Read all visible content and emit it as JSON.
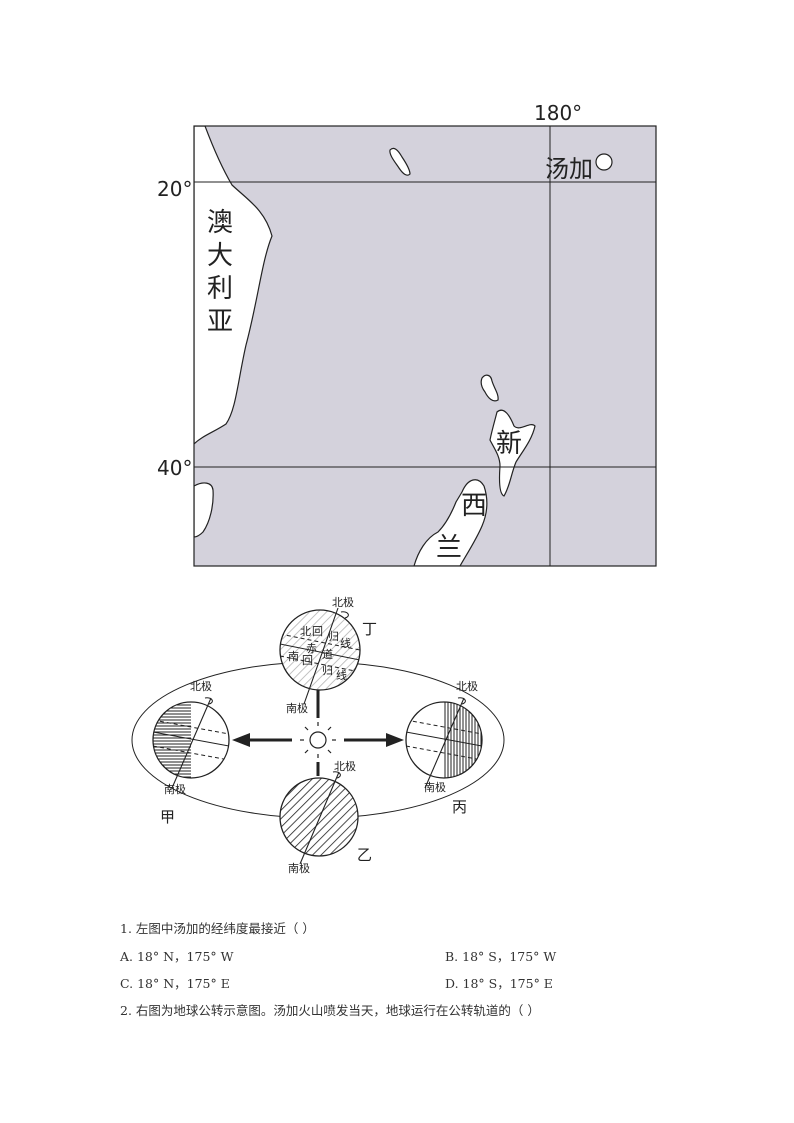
{
  "map": {
    "lon_label": "180°",
    "lat20_label": "20°",
    "lat40_label": "40°",
    "australia": [
      "澳",
      "大",
      "利",
      "亚"
    ],
    "tonga": "汤加",
    "nz": [
      "新",
      "西",
      "兰"
    ]
  },
  "orbit": {
    "north_pole": "北极",
    "south_pole": "南极",
    "pos_top": "丁",
    "pos_left": "甲",
    "pos_bottom": "乙",
    "pos_right": "丙",
    "top_globe_labels": {
      "north": "北",
      "hui1": "回",
      "gui1": "归",
      "xian1": "线",
      "chi": "赤",
      "dao": "道",
      "nan": "南",
      "hui2": "回",
      "gui2": "归",
      "xian2": "线"
    }
  },
  "questions": {
    "q1": "1. 左图中汤加的经纬度最接近（    ）",
    "q1_a": "A. 18° N，175° W",
    "q1_b": "B. 18° S，175° W",
    "q1_c": "C. 18° N，175° E",
    "q1_d": "D. 18° S，175° E",
    "q2": "2. 右图为地球公转示意图。汤加火山喷发当天，地球运行在公转轨道的（    ）"
  }
}
